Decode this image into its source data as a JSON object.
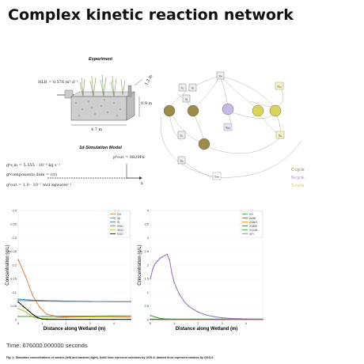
{
  "title": "Complex kinetic reaction network",
  "experiment": {
    "caption": "Experiment",
    "hlr": "HLR = 0.576 m³ d⁻¹",
    "length": "4.7 m",
    "width": "1.2 m",
    "height": "0.9 m"
  },
  "simulation": {
    "caption": "1d-Simulation Model",
    "p_out": "p⁰out = 8829Pa",
    "g_in": "g⁰s,in = 5.555 · 10⁻³ kg s⁻¹",
    "g_dom": "g⁰components,dom = r(t)",
    "g_out": "g⁰out = 1.0 · 10⁻⁷ mol kgwater⁻¹",
    "axis": "x"
  },
  "network": {
    "nodes": [
      "Xₛ",
      "Sₛ",
      "Xᵢ",
      "Sᵢ",
      "Sₒ",
      "Xₕ",
      "X_ANI",
      "X_ANO",
      "Sₙₒ",
      "Sₙₕ",
      "X_SRB",
      "X_SOB",
      "Sₛₒ",
      "Sₛ₀"
    ],
    "legend": [
      {
        "label": "C-cycle",
        "color": "#8a7a3a"
      },
      {
        "label": "N-cycle",
        "color": "#9b8dc4"
      },
      {
        "label": "S-cycle",
        "color": "#d9d46a"
      }
    ]
  },
  "charts": [
    {
      "xlabel": "Distance along Wetland (m)",
      "ylabel": "Concentration (g/L)",
      "legend": [
        "DO",
        "Sp",
        "SI",
        "SNH",
        "SNO",
        "SSO"
      ],
      "yticks": [
        "0",
        "0.05",
        "0.1",
        "0.15",
        "0.2",
        "0.25",
        "0.3",
        "0.35",
        "0.4"
      ],
      "xticks": [
        "0",
        "1",
        "2",
        "3",
        "4"
      ]
    },
    {
      "xlabel": "Distance along Wetland (m)",
      "ylabel": "Concentration (g/L)",
      "legend": [
        "XH",
        "XANI",
        "XANO",
        "XSRB",
        "XSOB",
        "XFr"
      ],
      "yticks": [
        "0",
        "0.5",
        "1",
        "1.5",
        "2",
        "2.5",
        "3",
        "3.5",
        "4"
      ],
      "xticks": [
        "0",
        "1",
        "2",
        "3",
        "4"
      ]
    }
  ],
  "chart_data": [
    {
      "type": "line",
      "xlabel": "Distance along Wetland (m)",
      "ylabel": "Concentration (g/L)",
      "xlim": [
        0,
        4.7
      ],
      "ylim": [
        0,
        0.4
      ],
      "series": [
        {
          "name": "DO",
          "color": "#e07b39",
          "x": [
            0,
            0.3,
            0.6,
            0.9,
            1.2,
            1.6,
            2,
            3,
            4,
            4.7
          ],
          "y": [
            0.22,
            0.16,
            0.09,
            0.045,
            0.02,
            0.012,
            0.01,
            0.01,
            0.01,
            0.01
          ]
        },
        {
          "name": "Sp",
          "color": "#2ca02c",
          "x": [
            0,
            0.5,
            1,
            2,
            3,
            4,
            4.7
          ],
          "y": [
            0.012,
            0.012,
            0.012,
            0.013,
            0.013,
            0.014,
            0.014
          ]
        },
        {
          "name": "SI",
          "color": "#1f77b4",
          "x": [
            0,
            0.5,
            1,
            2,
            3,
            4,
            4.7
          ],
          "y": [
            0.075,
            0.072,
            0.07,
            0.068,
            0.067,
            0.066,
            0.066
          ]
        },
        {
          "name": "SNH",
          "color": "#7f7f7f",
          "x": [
            0,
            0.5,
            1,
            2,
            3,
            4,
            4.7
          ],
          "y": [
            0.07,
            0.069,
            0.068,
            0.067,
            0.066,
            0.066,
            0.066
          ]
        },
        {
          "name": "SNO",
          "color": "#bcbd22",
          "x": [
            0,
            0.3,
            0.6,
            0.9,
            1.2,
            2,
            3,
            4,
            4.7
          ],
          "y": [
            0.04,
            0.03,
            0.01,
            0.004,
            0.005,
            0.008,
            0.01,
            0.012,
            0.013
          ]
        },
        {
          "name": "SSO",
          "color": "#000000",
          "x": [
            0,
            0.2,
            0.4,
            0.6,
            0.8,
            1.0,
            1.2,
            2,
            3,
            4,
            4.7
          ],
          "y": [
            0.065,
            0.05,
            0.035,
            0.02,
            0.008,
            0.002,
            0.001,
            0.001,
            0.001,
            0.001,
            0.001
          ]
        }
      ]
    },
    {
      "type": "line",
      "xlabel": "Distance along Wetland (m)",
      "ylabel": "Concentration (g/L)",
      "xlim": [
        0,
        4.7
      ],
      "ylim": [
        0,
        4
      ],
      "series": [
        {
          "name": "XH",
          "color": "#2ca02c",
          "x": [
            0,
            0.5,
            1,
            2,
            3,
            4,
            4.7
          ],
          "y": [
            0.02,
            0.02,
            0.02,
            0.02,
            0.02,
            0.02,
            0.02
          ]
        },
        {
          "name": "XANI",
          "color": "#1f77b4",
          "x": [
            0,
            0.5,
            1,
            2,
            3,
            4,
            4.7
          ],
          "y": [
            0.01,
            0.01,
            0.01,
            0.01,
            0.01,
            0.01,
            0.01
          ]
        },
        {
          "name": "XANO",
          "color": "#ff7f0e",
          "x": [
            0,
            0.5,
            1,
            2,
            3,
            4,
            4.7
          ],
          "y": [
            0.01,
            0.01,
            0.01,
            0.01,
            0.01,
            0.01,
            0.01
          ]
        },
        {
          "name": "XSRB",
          "color": "#d62728",
          "x": [
            0,
            0.5,
            1,
            2,
            3,
            4,
            4.7
          ],
          "y": [
            0.01,
            0.01,
            0.01,
            0.01,
            0.01,
            0.01,
            0.01
          ]
        },
        {
          "name": "XSOB",
          "color": "#2ca02c",
          "x": [
            0,
            0.2,
            0.4,
            0.6,
            1,
            2,
            4.7
          ],
          "y": [
            0.15,
            0.1,
            0.05,
            0.03,
            0.02,
            0.02,
            0.02
          ]
        },
        {
          "name": "XFr",
          "color": "#9467bd",
          "x": [
            0,
            0.1,
            0.2,
            0.3,
            0.4,
            0.5,
            0.6,
            0.7,
            0.8,
            0.9,
            1.0,
            1.2,
            1.4,
            1.6,
            1.8,
            2.0,
            2.3,
            2.6,
            3.0,
            3.5,
            4.0,
            4.7
          ],
          "y": [
            1.5,
            1.85,
            2.05,
            2.15,
            2.25,
            2.3,
            2.35,
            2.4,
            2.2,
            1.7,
            1.35,
            0.95,
            0.68,
            0.5,
            0.38,
            0.28,
            0.18,
            0.12,
            0.07,
            0.04,
            0.03,
            0.02
          ]
        }
      ]
    }
  ],
  "time": "Time: 676000.000000 seconds",
  "figure_caption": "Fig. 1: Simulated concentrations of solutes (left) and bacteria (right). Solid lines represent solutions by OGS-5; dashed lines represent solution by OGS-6."
}
